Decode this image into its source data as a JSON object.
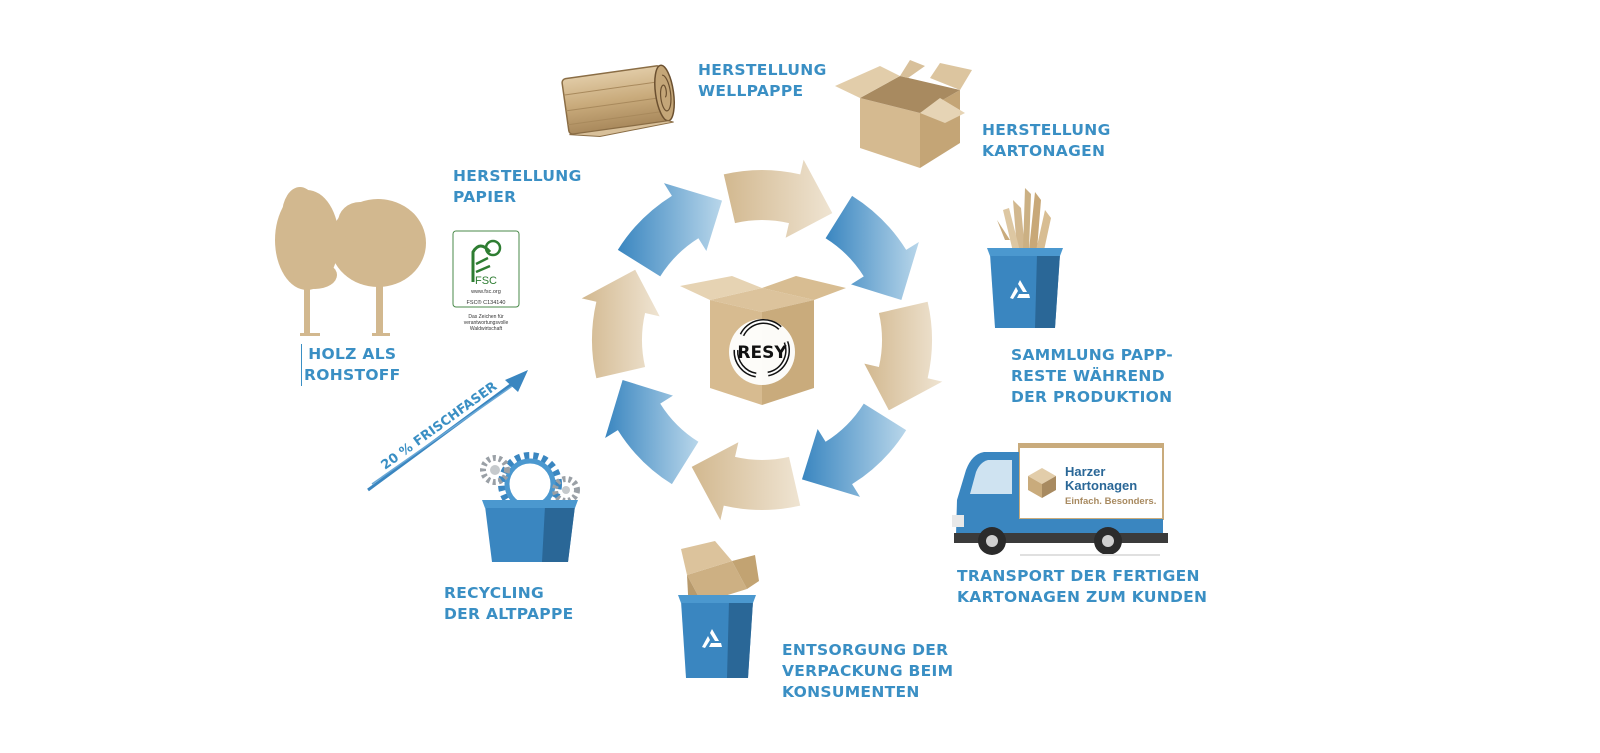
{
  "colors": {
    "accent_blue": "#3a8fc4",
    "cardboard": "#d2b88f",
    "cardboard_dark": "#b89a6c",
    "bin_blue": "#3a86c0",
    "bin_blue_dark": "#2a6797"
  },
  "steps": {
    "papier": [
      "HERSTELLUNG",
      "PAPIER"
    ],
    "wellpappe": [
      "HERSTELLUNG",
      "WELLPAPPE"
    ],
    "kartonagen": [
      "HERSTELLUNG",
      "KARTONAGEN"
    ],
    "sammlung": [
      "SAMMLUNG PAPP-",
      "RESTE WÄHREND",
      "DER PRODUKTION"
    ],
    "transport": [
      "TRANSPORT DER FERTIGEN",
      "KARTONAGEN ZUM KUNDEN"
    ],
    "entsorgung": [
      "ENTSORGUNG DER",
      "VERPACKUNG BEIM",
      "KONSUMENTEN"
    ],
    "recycling": [
      "RECYCLING",
      "DER ALTPAPPE"
    ],
    "holz": [
      "HOLZ ALS",
      "ROHSTOFF"
    ]
  },
  "frischfaser": "20 % FRISCHFASER",
  "center_logo": "RESY",
  "fsc": {
    "name": "FSC",
    "url": "www.fsc.org",
    "code": "FSC® C134140",
    "claim": [
      "Das Zeichen für",
      "verantwortungsvolle",
      "Waldwirtschaft"
    ]
  },
  "truck": {
    "brand_line1": "Harzer",
    "brand_line2": "Kartonagen",
    "slogan": "Einfach. Besonders."
  }
}
